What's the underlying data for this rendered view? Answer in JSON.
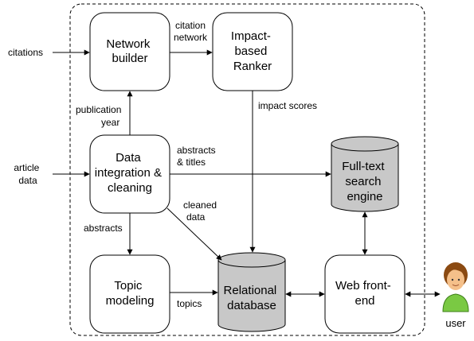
{
  "nodes": {
    "network_builder": [
      "Network",
      "builder"
    ],
    "impact_ranker": [
      "Impact-",
      "based",
      "Ranker"
    ],
    "data_integration": [
      "Data",
      "integration &",
      "cleaning"
    ],
    "fulltext": [
      "Full-text",
      "search",
      "engine"
    ],
    "topic_modeling": [
      "Topic",
      "modeling"
    ],
    "relational_db": [
      "Relational",
      "database"
    ],
    "web_frontend": [
      "Web front-",
      "end"
    ]
  },
  "inputs": {
    "citations": "citations",
    "article_data": [
      "article",
      "data"
    ]
  },
  "edge_labels": {
    "citation_network": [
      "citation",
      "network"
    ],
    "impact_scores": "impact scores",
    "publication_year": [
      "publication",
      "year"
    ],
    "abstracts_titles": [
      "abstracts",
      "& titles"
    ],
    "cleaned_data": [
      "cleaned",
      "data"
    ],
    "abstracts": "abstracts",
    "topics": "topics"
  },
  "user": {
    "label": "user",
    "icon": "user-icon"
  },
  "colors": {
    "box_fill": "#ffffff",
    "db_fill": "#c8c8c8",
    "stroke": "#000000",
    "skin": "#f5c08a",
    "hair": "#8b4a12",
    "shirt": "#7ac943"
  }
}
